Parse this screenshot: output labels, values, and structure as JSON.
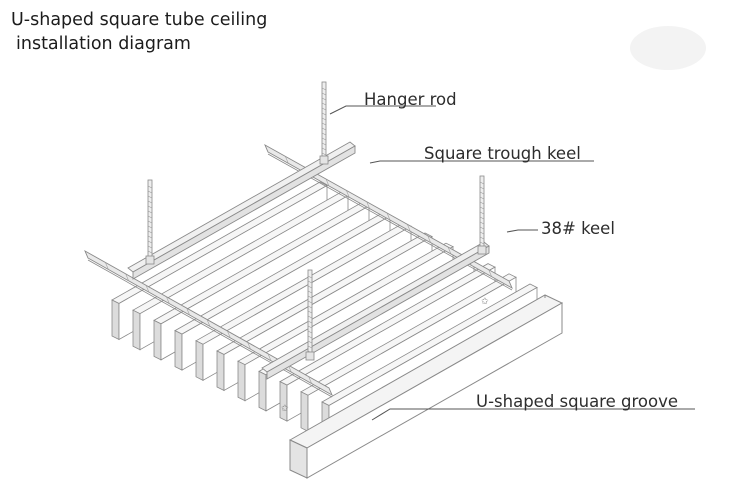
{
  "title": {
    "line1": "U-shaped square tube ceiling",
    "line2": "installation diagram"
  },
  "labels": {
    "hanger_rod": "Hanger rod",
    "square_trough_keel": "Square trough keel",
    "keel_38": "38# keel",
    "u_groove": "U-shaped square groove"
  },
  "colors": {
    "line": "#8a8a8a",
    "panel_fill": "#ffffff",
    "panel_shade": "#dcdcdc",
    "keel_fill": "#e9e9e9",
    "text": "#2d2d2d"
  }
}
